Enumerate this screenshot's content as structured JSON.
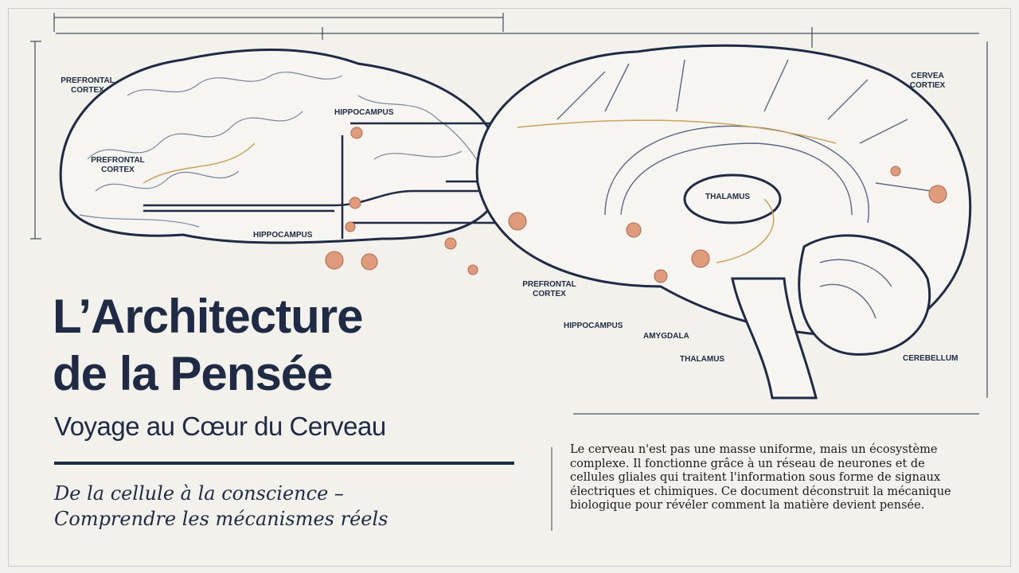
{
  "title_line1": "L’Architecture",
  "title_line2": "de la Pensée",
  "subtitle": "Voyage au Cœur du Cerveau",
  "tagline_line1": "De la cellule à la conscience –",
  "tagline_line2": "Comprendre les mécanismes réels",
  "body_text": "Le cerveau n'est pas une masse uniforme, mais un écosystème complexe. Il fonctionne grâce à un réseau de neurones et de cellules gliales qui traitent l'information sous forme de signaux électriques et chimiques. Ce document déconstruit la mécanique biologique pour révéler comment la matière devient pensée.",
  "labels": {
    "prefrontal_1": "PREFRONTAL CORTEX",
    "prefrontal_2": "PREFRONTAL CORTEX",
    "hippocampus_1": "HIPPOCAMPUS",
    "hippocampus_2": "HIPPOCAMPUS",
    "cervea": "CERVEA CORTIEX",
    "thalamus_1": "THALAMUS",
    "prefrontal_3": "PREFRONTAL CORTEX",
    "hippocampus_3": "HIPPOCAMPUS",
    "amygdala": "AMYGDALA",
    "thalamus_2": "THALAMUS",
    "cerebellum": "CEREBELLUM"
  },
  "colors": {
    "ink": "#1f2a44",
    "accent": "#e09a7c",
    "gold": "#c9a35a",
    "paper": "#f2f1ec"
  }
}
